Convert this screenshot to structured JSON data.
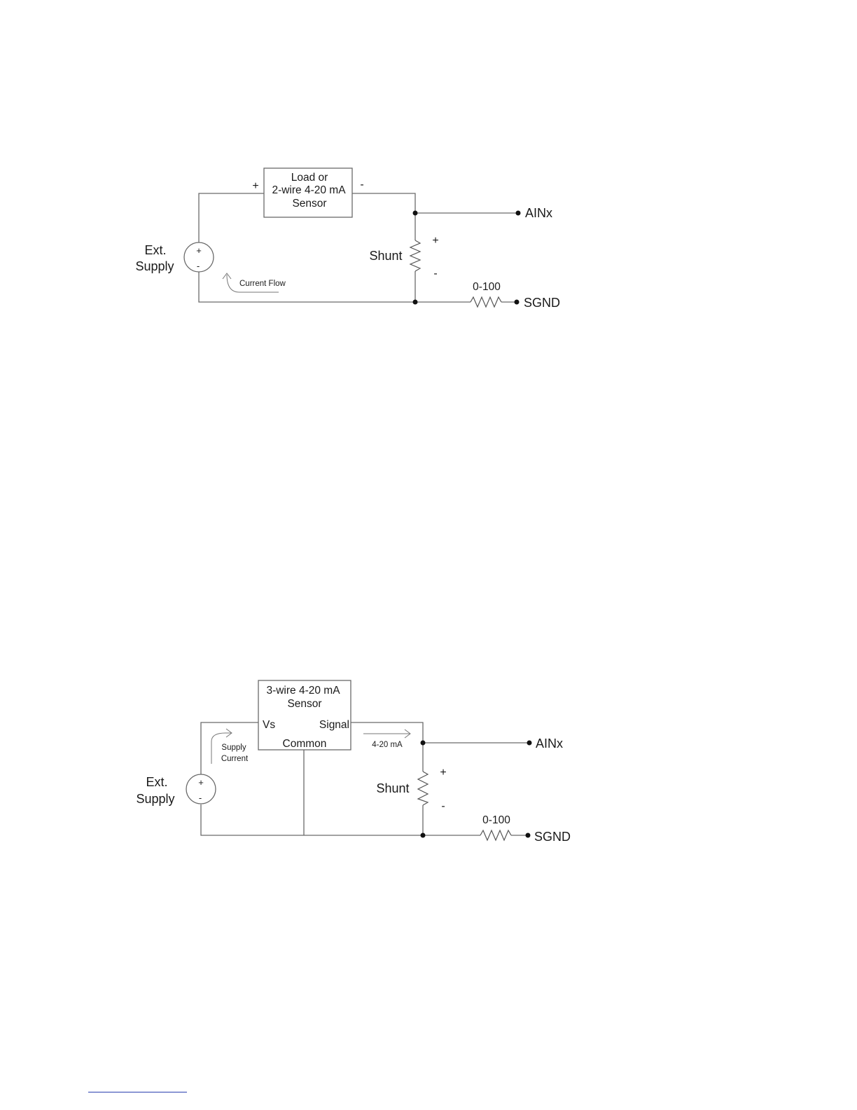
{
  "diagram1": {
    "box_lines": [
      "Load or",
      "2-wire 4-20 mA",
      "Sensor"
    ],
    "box_plus": "+",
    "box_minus": "-",
    "supply_title": "Ext.",
    "supply_subtitle": "Supply",
    "supply_plus": "+",
    "supply_minus": "-",
    "current_flow": "Current Flow",
    "shunt": "Shunt",
    "shunt_plus": "+",
    "shunt_minus": "-",
    "ainx": "AINx",
    "resistor": "0-100",
    "sgnd": "SGND"
  },
  "diagram2": {
    "box_lines": [
      "3-wire 4-20 mA",
      "Sensor"
    ],
    "vs": "Vs",
    "signal": "Signal",
    "common": "Common",
    "supply_title": "Ext.",
    "supply_subtitle": "Supply",
    "supply_plus": "+",
    "supply_minus": "-",
    "supply_current_lines": [
      "Supply",
      "Current"
    ],
    "signal_current": "4-20 mA",
    "shunt": "Shunt",
    "shunt_plus": "+",
    "shunt_minus": "-",
    "ainx": "AINx",
    "resistor": "0-100",
    "sgnd": "SGND"
  }
}
